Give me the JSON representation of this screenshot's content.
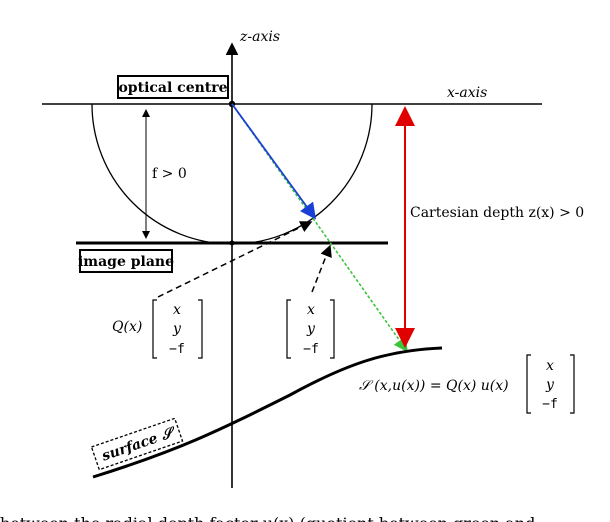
{
  "labels": {
    "z_axis": "z-axis",
    "x_axis": "x-axis",
    "optical_centre": "optical centre",
    "focal": "f > 0",
    "image_plane": "image plane",
    "depth": "Cartesian depth z(x) > 0",
    "surface": "surface 𝒮",
    "q_prefix": "Q(x)",
    "formula": "𝒮 (x,u(x)) = Q(x) u(x)",
    "vector": [
      "x",
      "y",
      "−f"
    ]
  },
  "caption": "between the radial depth factor u(x) (quotient between green and"
}
